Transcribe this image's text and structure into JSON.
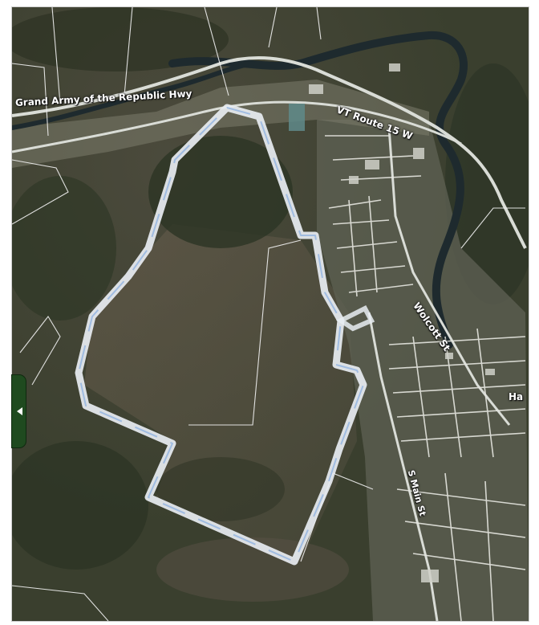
{
  "map": {
    "labels": {
      "grand_army": "Grand Army of the Republic Hwy",
      "vt_route_15": "VT Route 15 W",
      "wolcott": "Wolcott St",
      "south_main": "S Main St",
      "town_partial": "Ha"
    },
    "colors": {
      "forest": "#3f4531",
      "boundary": "#e8edf2",
      "river": "#1e2a2e",
      "road": "#d9dcd6",
      "parcel": "#f2f2f2",
      "panel": "#1f4a1f"
    }
  },
  "controls": {
    "panel_toggle_icon": "triangle-left-icon"
  }
}
